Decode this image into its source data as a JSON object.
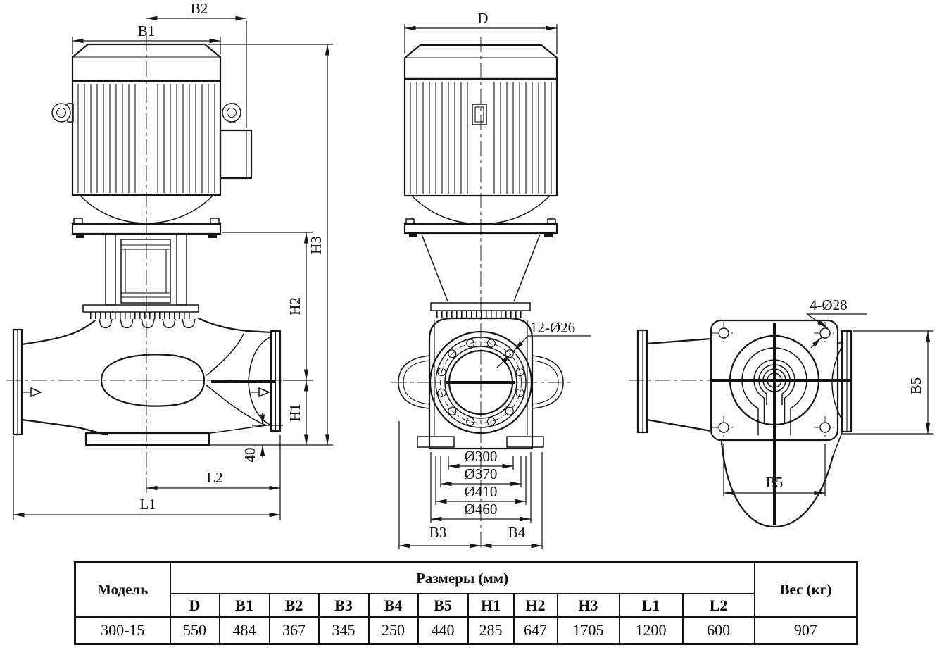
{
  "drawing": {
    "side": {
      "b1": "B1",
      "b2": "B2",
      "h1": "H1",
      "h2": "H2",
      "h3": "H3",
      "l1": "L1",
      "l2": "L2",
      "base_offset": "40"
    },
    "front": {
      "d": "D",
      "bolt_note": "12-Ø26",
      "dia_bore": "Ø300",
      "dia_bolt_circle": "Ø370",
      "dia_face": "Ø410",
      "dia_flange": "Ø460",
      "b3": "B3",
      "b4": "B4"
    },
    "top": {
      "bolt_note": "4-Ø28",
      "b5_width": "B5",
      "b5_height": "B5"
    }
  },
  "table": {
    "model_header": "Модель",
    "dims_header": "Размеры (мм)",
    "weight_header": "Вес (кг)",
    "sub_headers": [
      "D",
      "B1",
      "B2",
      "B3",
      "B4",
      "B5",
      "H1",
      "H2",
      "H3",
      "L1",
      "L2"
    ],
    "row": {
      "model": "300-15",
      "values": [
        "550",
        "484",
        "367",
        "345",
        "250",
        "440",
        "285",
        "647",
        "1705",
        "1200",
        "600"
      ],
      "weight": "907"
    }
  },
  "colors": {
    "line": "#161616",
    "background": "#ffffff"
  }
}
